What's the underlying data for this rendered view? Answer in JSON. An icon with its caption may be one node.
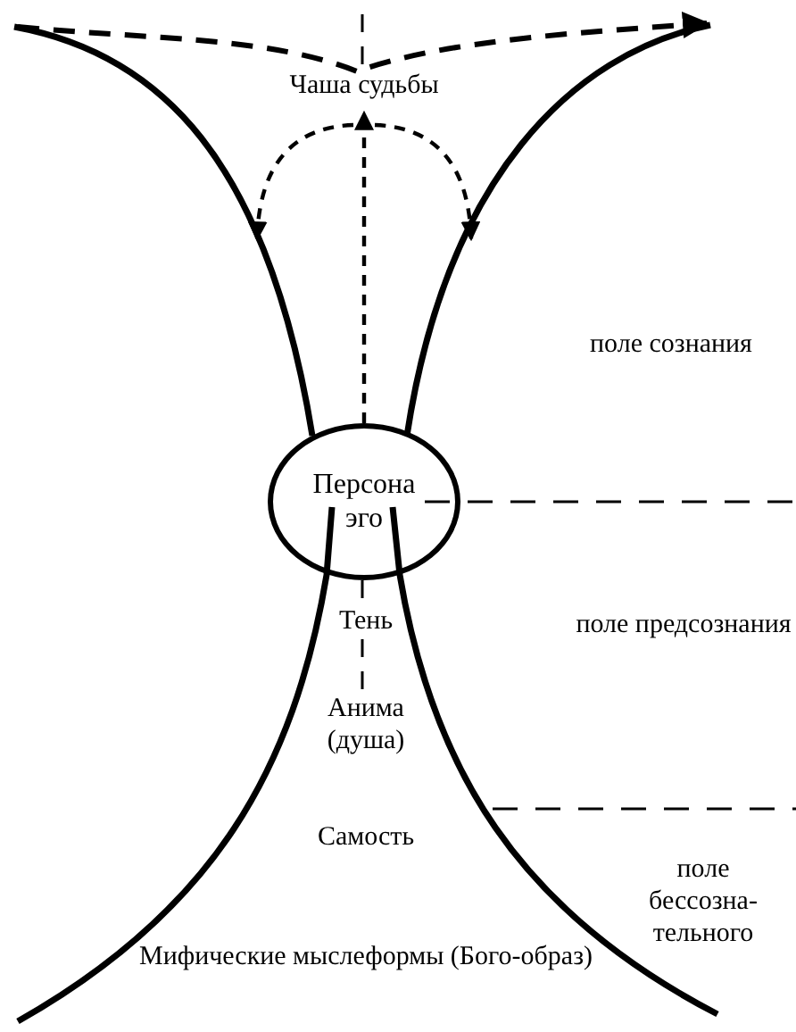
{
  "diagram": {
    "nodes": [
      {
        "text": [
          "Чаша судьбы"
        ]
      },
      {
        "text": [
          "Персона",
          "эго"
        ]
      }
    ],
    "edges": [
      {
        "from": 1,
        "to": 0,
        "arrow": "to",
        "style": "dashed"
      },
      {
        "from": 0,
        "to": null,
        "arrow": "to",
        "style": "dashed"
      },
      {
        "from": 0,
        "to": null,
        "arrow": "to",
        "style": "dashed"
      }
    ],
    "labels": [
      "поле сознания",
      "Тень",
      "поле предсознания",
      "Анима (душа)",
      "Самость",
      "поле бессозна-тельного",
      "Мифические мыслеформы (Бого-образ)"
    ]
  }
}
